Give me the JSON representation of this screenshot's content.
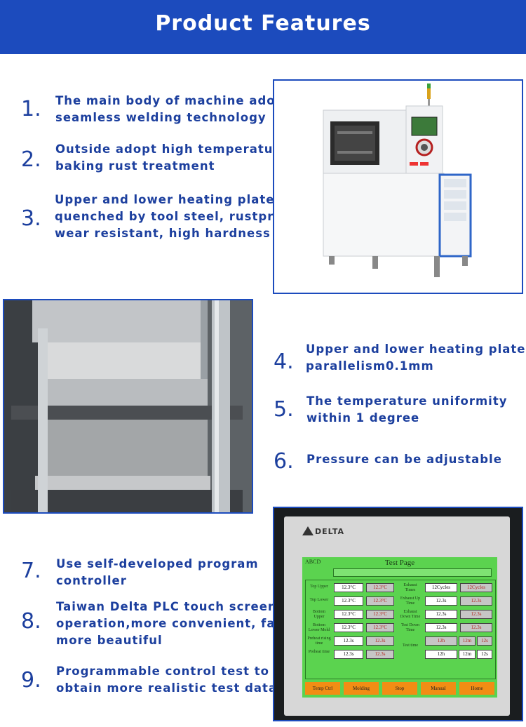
{
  "header": {
    "title": "Product Features"
  },
  "features": [
    {
      "num": "1.",
      "lines": [
        "The main body of machine adopts",
        "seamless welding technology"
      ]
    },
    {
      "num": "2.",
      "lines": [
        "Outside adopt high temperature",
        "baking rust treatment"
      ]
    },
    {
      "num": "3.",
      "lines": [
        "Upper and lower heating plates are",
        "quenched by tool steel, rustproof,",
        "wear resistant, high hardness"
      ]
    },
    {
      "num": "4.",
      "lines": [
        "Upper and lower heating plate",
        "parallelism0.1mm"
      ]
    },
    {
      "num": "5.",
      "lines": [
        "The temperature uniformity",
        "within 1 degree"
      ]
    },
    {
      "num": "6.",
      "lines": [
        "Pressure can be adjustable"
      ]
    },
    {
      "num": "7.",
      "lines": [
        "Use self-developed program",
        "controller"
      ]
    },
    {
      "num": "8.",
      "lines": [
        "Taiwan Delta PLC touch screen",
        "operation,more convenient, faster.",
        "more beautiful"
      ]
    },
    {
      "num": "9.",
      "lines": [
        "Programmable control test to",
        "obtain more realistic test data"
      ]
    }
  ],
  "hmi": {
    "brand": "DELTA",
    "abcd": "ABCD",
    "title": "Test Page",
    "left_labels": [
      "Top Upper",
      "Top Lower",
      "Bottom Upper",
      "Bottom Lower Mold",
      "Preheat rising time",
      "Preheat time"
    ],
    "left_set": [
      "12.3°C",
      "12.3°C",
      "12.3°C",
      "12.3°C",
      "12.3s",
      "12.3s"
    ],
    "left_act": [
      "12.3°C",
      "12.3°C",
      "12.3°C",
      "12.3°C",
      "12.3s",
      "12.3s"
    ],
    "right_labels": [
      "Exhaust Times",
      "Exhaust Up Time",
      "Exhaust Down Time",
      "Test Down Time",
      "Test time"
    ],
    "right_set": [
      "12Cycles",
      "12.3s",
      "12.3s",
      "12.3s"
    ],
    "right_act": [
      "12Cycles",
      "12.3s",
      "12.3s",
      "12.3s"
    ],
    "test_time_act": [
      "12h",
      "12m",
      "12s"
    ],
    "test_time_set": [
      "12h",
      "12m",
      "12s"
    ],
    "buttons": [
      "Temp Ctrl",
      "Molding",
      "Stop",
      "Manual",
      "Home"
    ]
  },
  "colors": {
    "header_bg": "#1c4bbd",
    "text_blue": "#1c3f9e",
    "frame_blue": "#1c4bbd",
    "screen_green": "#5bd34f",
    "button_orange": "#f28d14"
  }
}
